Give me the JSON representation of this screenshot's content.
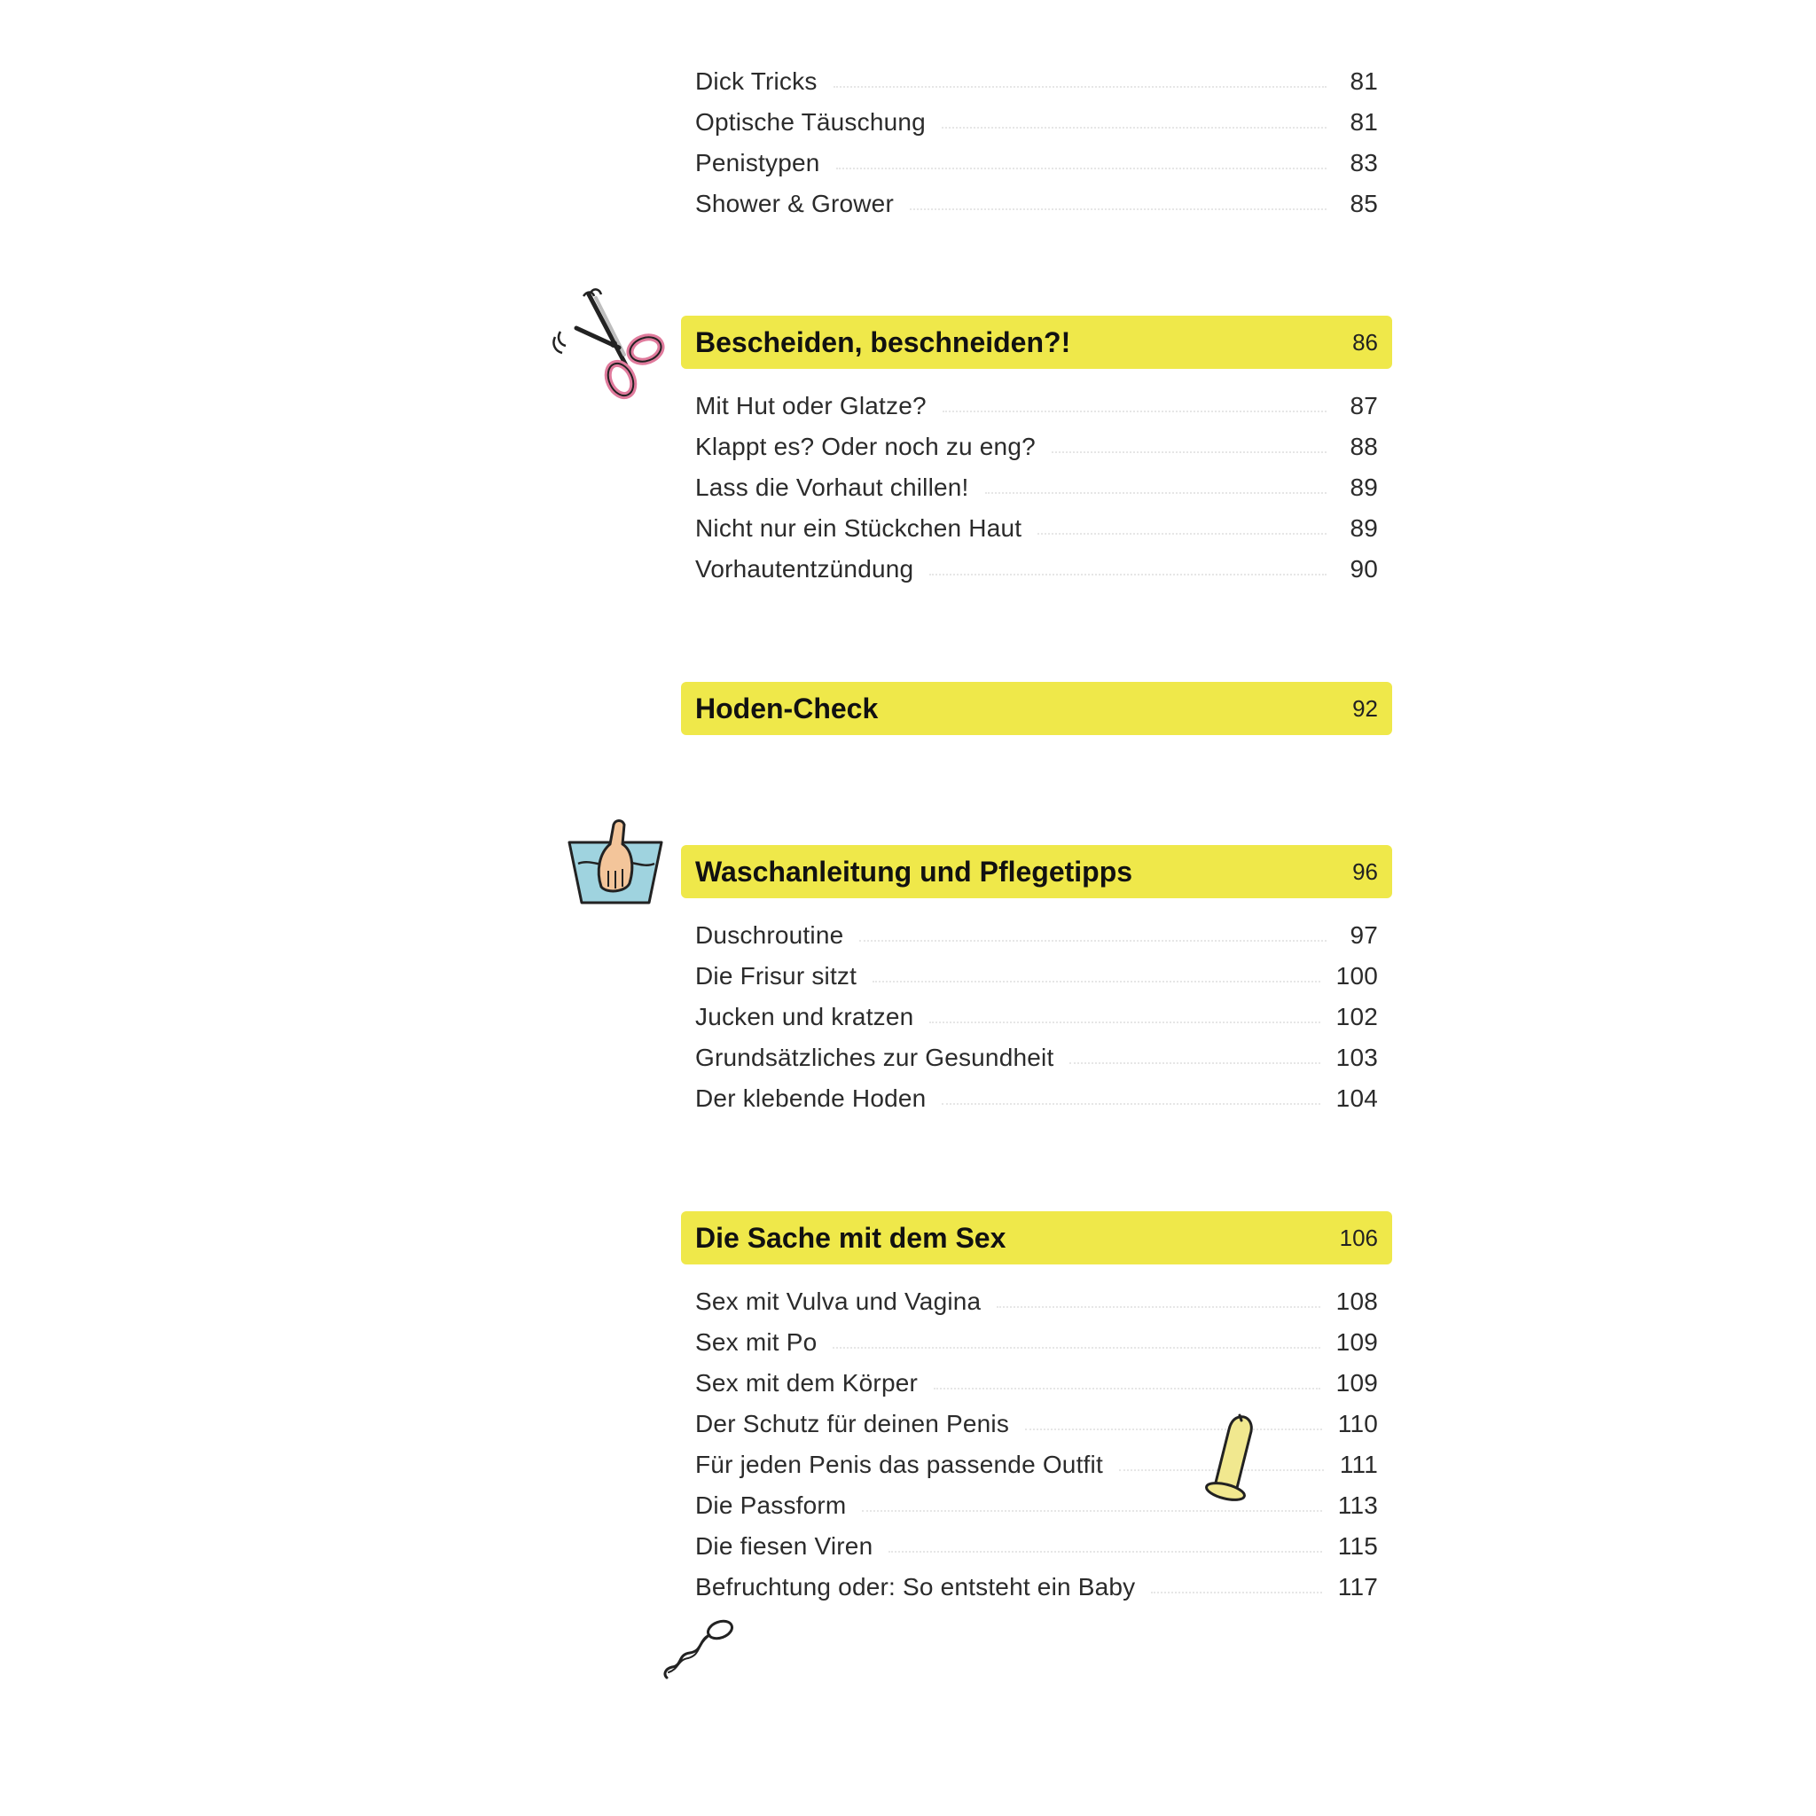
{
  "intro_entries": [
    {
      "label": "Dick Tricks",
      "page": "81"
    },
    {
      "label": "Optische Täuschung",
      "page": "81"
    },
    {
      "label": "Penistypen",
      "page": "83"
    },
    {
      "label": "Shower & Grower",
      "page": "85"
    }
  ],
  "chapters": [
    {
      "title": "Bescheiden, beschneiden?!",
      "page": "86",
      "icon": "scissors-icon",
      "entries": [
        {
          "label": "Mit Hut oder Glatze?",
          "page": "87"
        },
        {
          "label": "Klappt es? Oder noch zu eng?",
          "page": "88"
        },
        {
          "label": "Lass die Vorhaut chillen!",
          "page": "89"
        },
        {
          "label": "Nicht nur ein Stückchen Haut",
          "page": "89"
        },
        {
          "label": "Vorhautentzündung",
          "page": "90"
        }
      ]
    },
    {
      "title": "Hoden-Check",
      "page": "92",
      "entries": []
    },
    {
      "title": "Waschanleitung und Pflegetipps",
      "page": "96",
      "icon": "handwash-basin-icon",
      "entries": [
        {
          "label": "Duschroutine",
          "page": "97"
        },
        {
          "label": "Die Frisur sitzt",
          "page": "100"
        },
        {
          "label": "Jucken und kratzen",
          "page": "102"
        },
        {
          "label": "Grundsätzliches zur Gesundheit",
          "page": "103"
        },
        {
          "label": "Der klebende Hoden",
          "page": "104"
        }
      ]
    },
    {
      "title": "Die Sache mit dem Sex",
      "page": "106",
      "icons": [
        "condom-icon",
        "sperm-icon"
      ],
      "entries": [
        {
          "label": "Sex mit Vulva und Vagina",
          "page": "108"
        },
        {
          "label": "Sex mit Po",
          "page": "109"
        },
        {
          "label": "Sex mit dem Körper",
          "page": "109"
        },
        {
          "label": "Der Schutz für deinen Penis",
          "page": "110"
        },
        {
          "label": "Für jeden Penis das passende Outfit",
          "page": "111"
        },
        {
          "label": "Die Passform",
          "page": "113"
        },
        {
          "label": "Die fiesen Viren",
          "page": "115"
        },
        {
          "label": "Befruchtung oder: So entsteht ein Baby",
          "page": "117"
        }
      ]
    }
  ],
  "colors": {
    "highlight": "#efe84a",
    "text": "#2b2b2b",
    "heading": "#111111"
  }
}
